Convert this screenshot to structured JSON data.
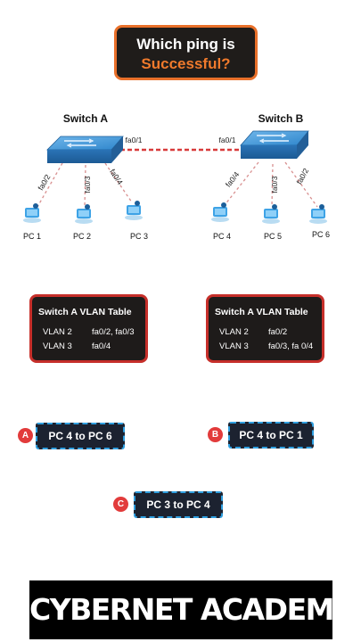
{
  "title": {
    "line1": "Which ping is",
    "line2": "Successful?"
  },
  "topology": {
    "switch_a": "Switch A",
    "switch_b": "Switch B",
    "trunk_label_a": "fa0/1",
    "trunk_label_b": "fa0/1",
    "ports_a": [
      "fa0/2",
      "fa0/3",
      "fa0/4"
    ],
    "ports_b": [
      "fa0/4",
      "fa0/3",
      "fa0/2"
    ],
    "pcs": [
      "PC 1",
      "PC 2",
      "PC 3",
      "PC 4",
      "PC 5",
      "PC 6"
    ]
  },
  "tables": [
    {
      "title": "Switch A VLAN Table",
      "rows": [
        {
          "vlan": "VLAN 2",
          "ports": "fa0/2, fa0/3"
        },
        {
          "vlan": "VLAN 3",
          "ports": "fa0/4"
        }
      ]
    },
    {
      "title": "Switch A VLAN Table",
      "rows": [
        {
          "vlan": "VLAN 2",
          "ports": "fa0/2"
        },
        {
          "vlan": "VLAN 3",
          "ports": "fa0/3, fa 0/4"
        }
      ]
    }
  ],
  "options": [
    {
      "letter": "A",
      "text": "PC 4 to PC 6"
    },
    {
      "letter": "B",
      "text": "PC 4 to PC 1"
    },
    {
      "letter": "C",
      "text": "PC 3 to PC 4"
    }
  ],
  "brand": "CYBERNET ACADEMY",
  "colors": {
    "title_bg": "#1f1c1a",
    "title_border": "#e9702a",
    "title_accent": "#f07a2c",
    "trunk": "#d83a3a",
    "switch": "#2f7fc0",
    "table_border": "#c62f2a",
    "option_border": "#2f9fe0",
    "badge": "#e23b3b"
  }
}
